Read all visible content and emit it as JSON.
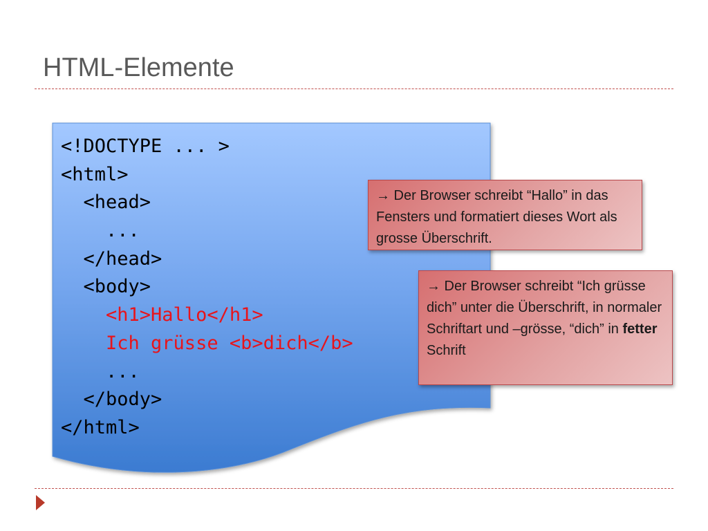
{
  "slide": {
    "title": "HTML-Elemente"
  },
  "code_lines": [
    "<!DOCTYPE ... >",
    "<html>",
    "  <head>",
    "    ...",
    "  </head>",
    "  <body>",
    "    <h1>Hallo</h1>",
    "    Ich grüsse <b>dich</b>",
    "    ...",
    "  </body>",
    "</html>"
  ],
  "callout_1": {
    "arrow": "→",
    "text": " Der Browser schreibt “Hallo” in das Fensters und formatiert dieses Wort als grosse Überschrift."
  },
  "callout_2": {
    "arrow": "→",
    "text_before": " Der Browser schreibt “Ich grüsse dich” unter die Überschrift, in normaler Schriftart und –grösse, “dich” in ",
    "bold": "fetter",
    "text_after": " Schrift"
  },
  "colors": {
    "title": "#595959",
    "rule": "#c0504d",
    "code_highlight": "#e8141b",
    "doc_top": "#9fc5ff",
    "doc_bottom": "#3f7fd3",
    "callout_bg": "#e3a4a4",
    "bullet": "#b83a2a"
  },
  "icons": {
    "callout_arrow": "arrow-right-icon",
    "footer_bullet": "triangle-bullet-icon"
  }
}
